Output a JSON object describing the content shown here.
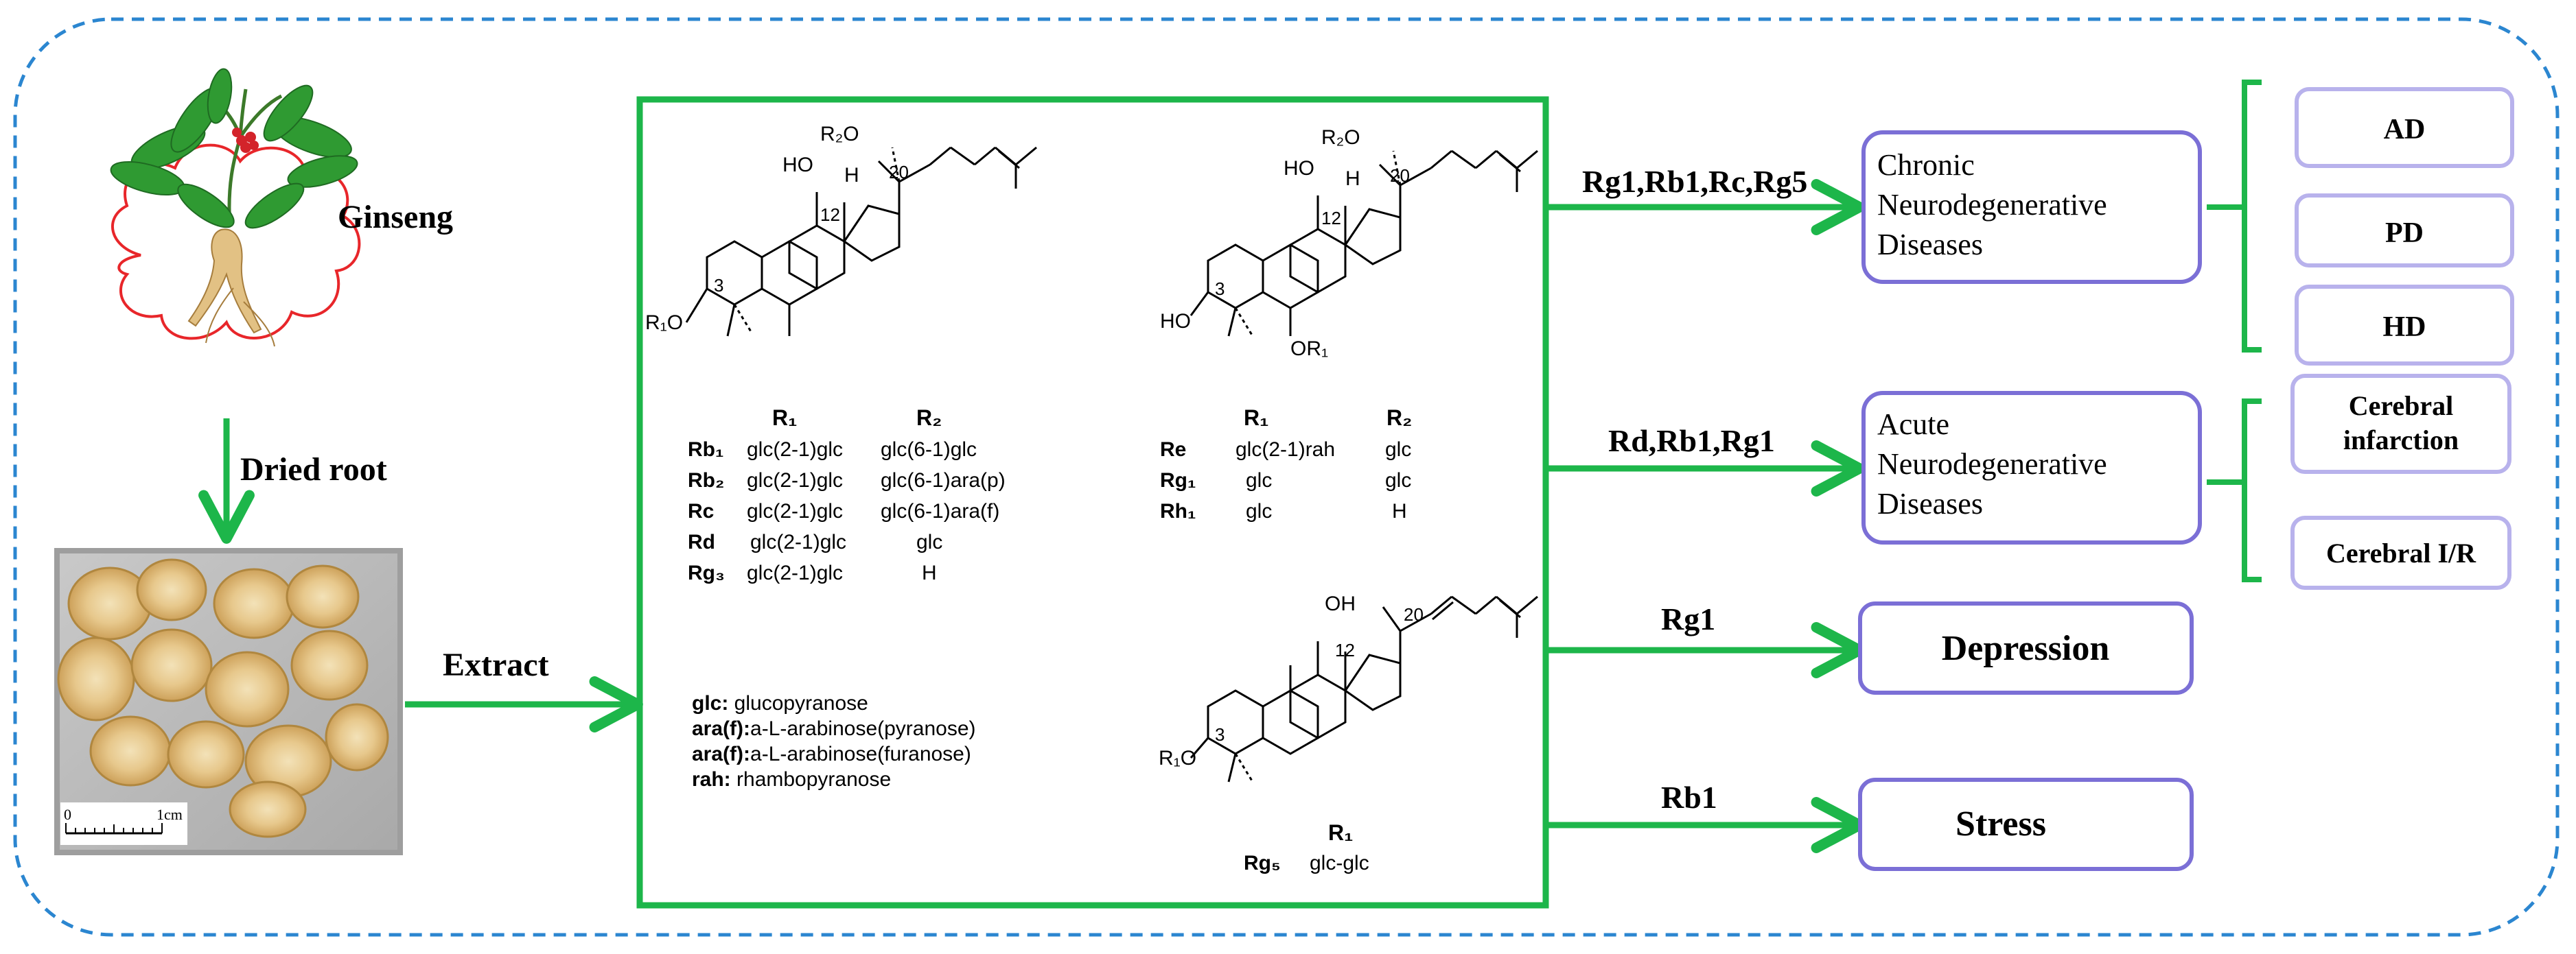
{
  "ginseng": {
    "label": "Ginseng"
  },
  "process": {
    "dried_root": "Dried root",
    "extract": "Extract"
  },
  "photo": {
    "scale_zero": "0",
    "scale_unit": "1cm"
  },
  "structures": {
    "atom": {
      "r1o": "R₁O",
      "r2o": "R₂O",
      "ho": "HO",
      "h": "H",
      "oh": "OH",
      "or1": "OR₁",
      "c20": "20",
      "c12": "12",
      "c3": "3"
    },
    "table_ppd": {
      "header": [
        "R₁",
        "R₂"
      ],
      "rows": [
        {
          "name": "Rb₁",
          "r1": "glc(2-1)glc",
          "r2": "glc(6-1)glc"
        },
        {
          "name": "Rb₂",
          "r1": "glc(2-1)glc",
          "r2": "glc(6-1)ara(p)"
        },
        {
          "name": "Rc",
          "r1": "glc(2-1)glc",
          "r2": "glc(6-1)ara(f)"
        },
        {
          "name": "Rd",
          "r1": "glc(2-1)glc",
          "r2": "glc"
        },
        {
          "name": "Rg₃",
          "r1": "glc(2-1)glc",
          "r2": "H"
        }
      ]
    },
    "table_ppt": {
      "header": [
        "R₁",
        "R₂"
      ],
      "rows": [
        {
          "name": "Re",
          "r1": "glc(2-1)rah",
          "r2": "glc"
        },
        {
          "name": "Rg₁",
          "r1": "glc",
          "r2": "glc"
        },
        {
          "name": "Rh₁",
          "r1": "glc",
          "r2": "H"
        }
      ]
    },
    "table_rg5": {
      "header": "R₁",
      "name": "Rg₅",
      "r1": "glc-glc"
    },
    "legend": [
      {
        "abbr": "glc:",
        "text": " glucopyranose"
      },
      {
        "abbr": "ara(f):",
        "text": "a-L-arabinose(pyranose)"
      },
      {
        "abbr": "ara(f):",
        "text": "a-L-arabinose(furanose)"
      },
      {
        "abbr": "rah:",
        "text": " rhambopyranose"
      }
    ]
  },
  "edges": {
    "chronic": "Rg1,Rb1,Rc,Rg5",
    "acute": "Rd,Rb1,Rg1",
    "depression": "Rg1",
    "stress": "Rb1"
  },
  "diseases": {
    "chronic": [
      "Chronic",
      "Neurodegenerative",
      "Diseases"
    ],
    "acute": [
      "Acute",
      "Neurodegenerative",
      "Diseases"
    ],
    "depression": "Depression",
    "stress": "Stress"
  },
  "subtypes": {
    "chronic": [
      "AD",
      "PD",
      "HD"
    ],
    "acute": [
      [
        "Cerebral",
        "infarction"
      ],
      [
        "Cerebral I/R"
      ]
    ]
  },
  "colors": {
    "green": "#1db64a",
    "purple": "#7b6fd6",
    "light_purple": "#b8b2ec",
    "blue_dash": "#2b86d0",
    "gray_frame": "#9e9e9e",
    "red_cloud": "#e8262a"
  }
}
